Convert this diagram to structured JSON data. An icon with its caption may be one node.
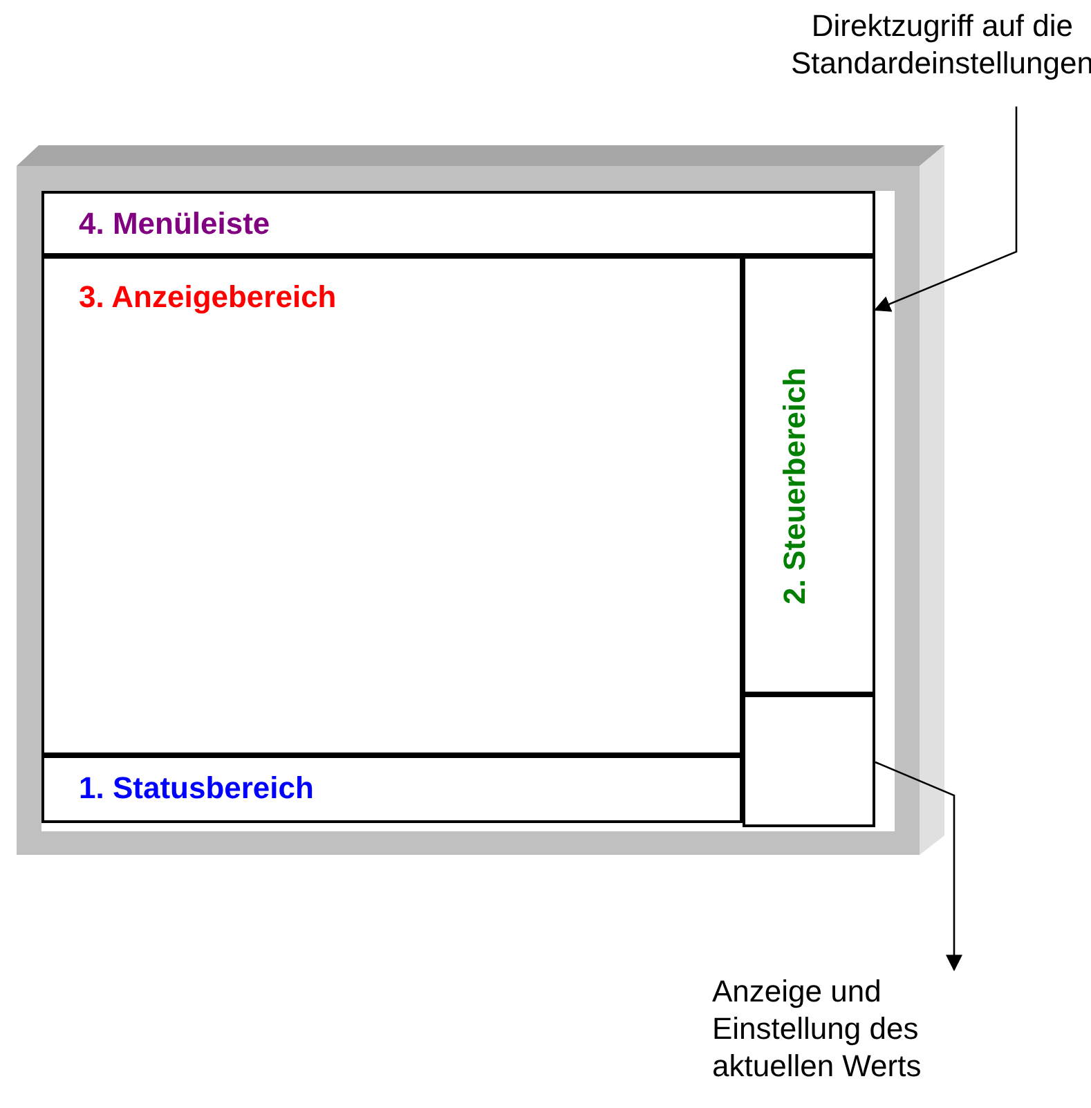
{
  "diagram": {
    "nodes": [
      {
        "text": [],
        "shape": "box"
      },
      {
        "text": [
          "4. Menüleiste"
        ],
        "in": 0
      },
      {
        "text": [
          "3. Anzeigebereich"
        ],
        "in": 0
      },
      {
        "text": [
          "2. Steuerbereich"
        ],
        "in": 0
      },
      {
        "text": [],
        "shape": "box",
        "in": 0
      },
      {
        "text": [
          "1. Statusbereich"
        ],
        "in": 0
      },
      {
        "text": [
          "Direktzugriff auf die Standardeinstellungen"
        ]
      },
      {
        "text": [
          "Anzeige und Einstellung des aktuellen Werts"
        ]
      }
    ],
    "edges": [
      {
        "from": 6,
        "to": 3,
        "arrow": "to"
      },
      {
        "from": 4,
        "to": 7,
        "arrow": "to"
      }
    ]
  }
}
